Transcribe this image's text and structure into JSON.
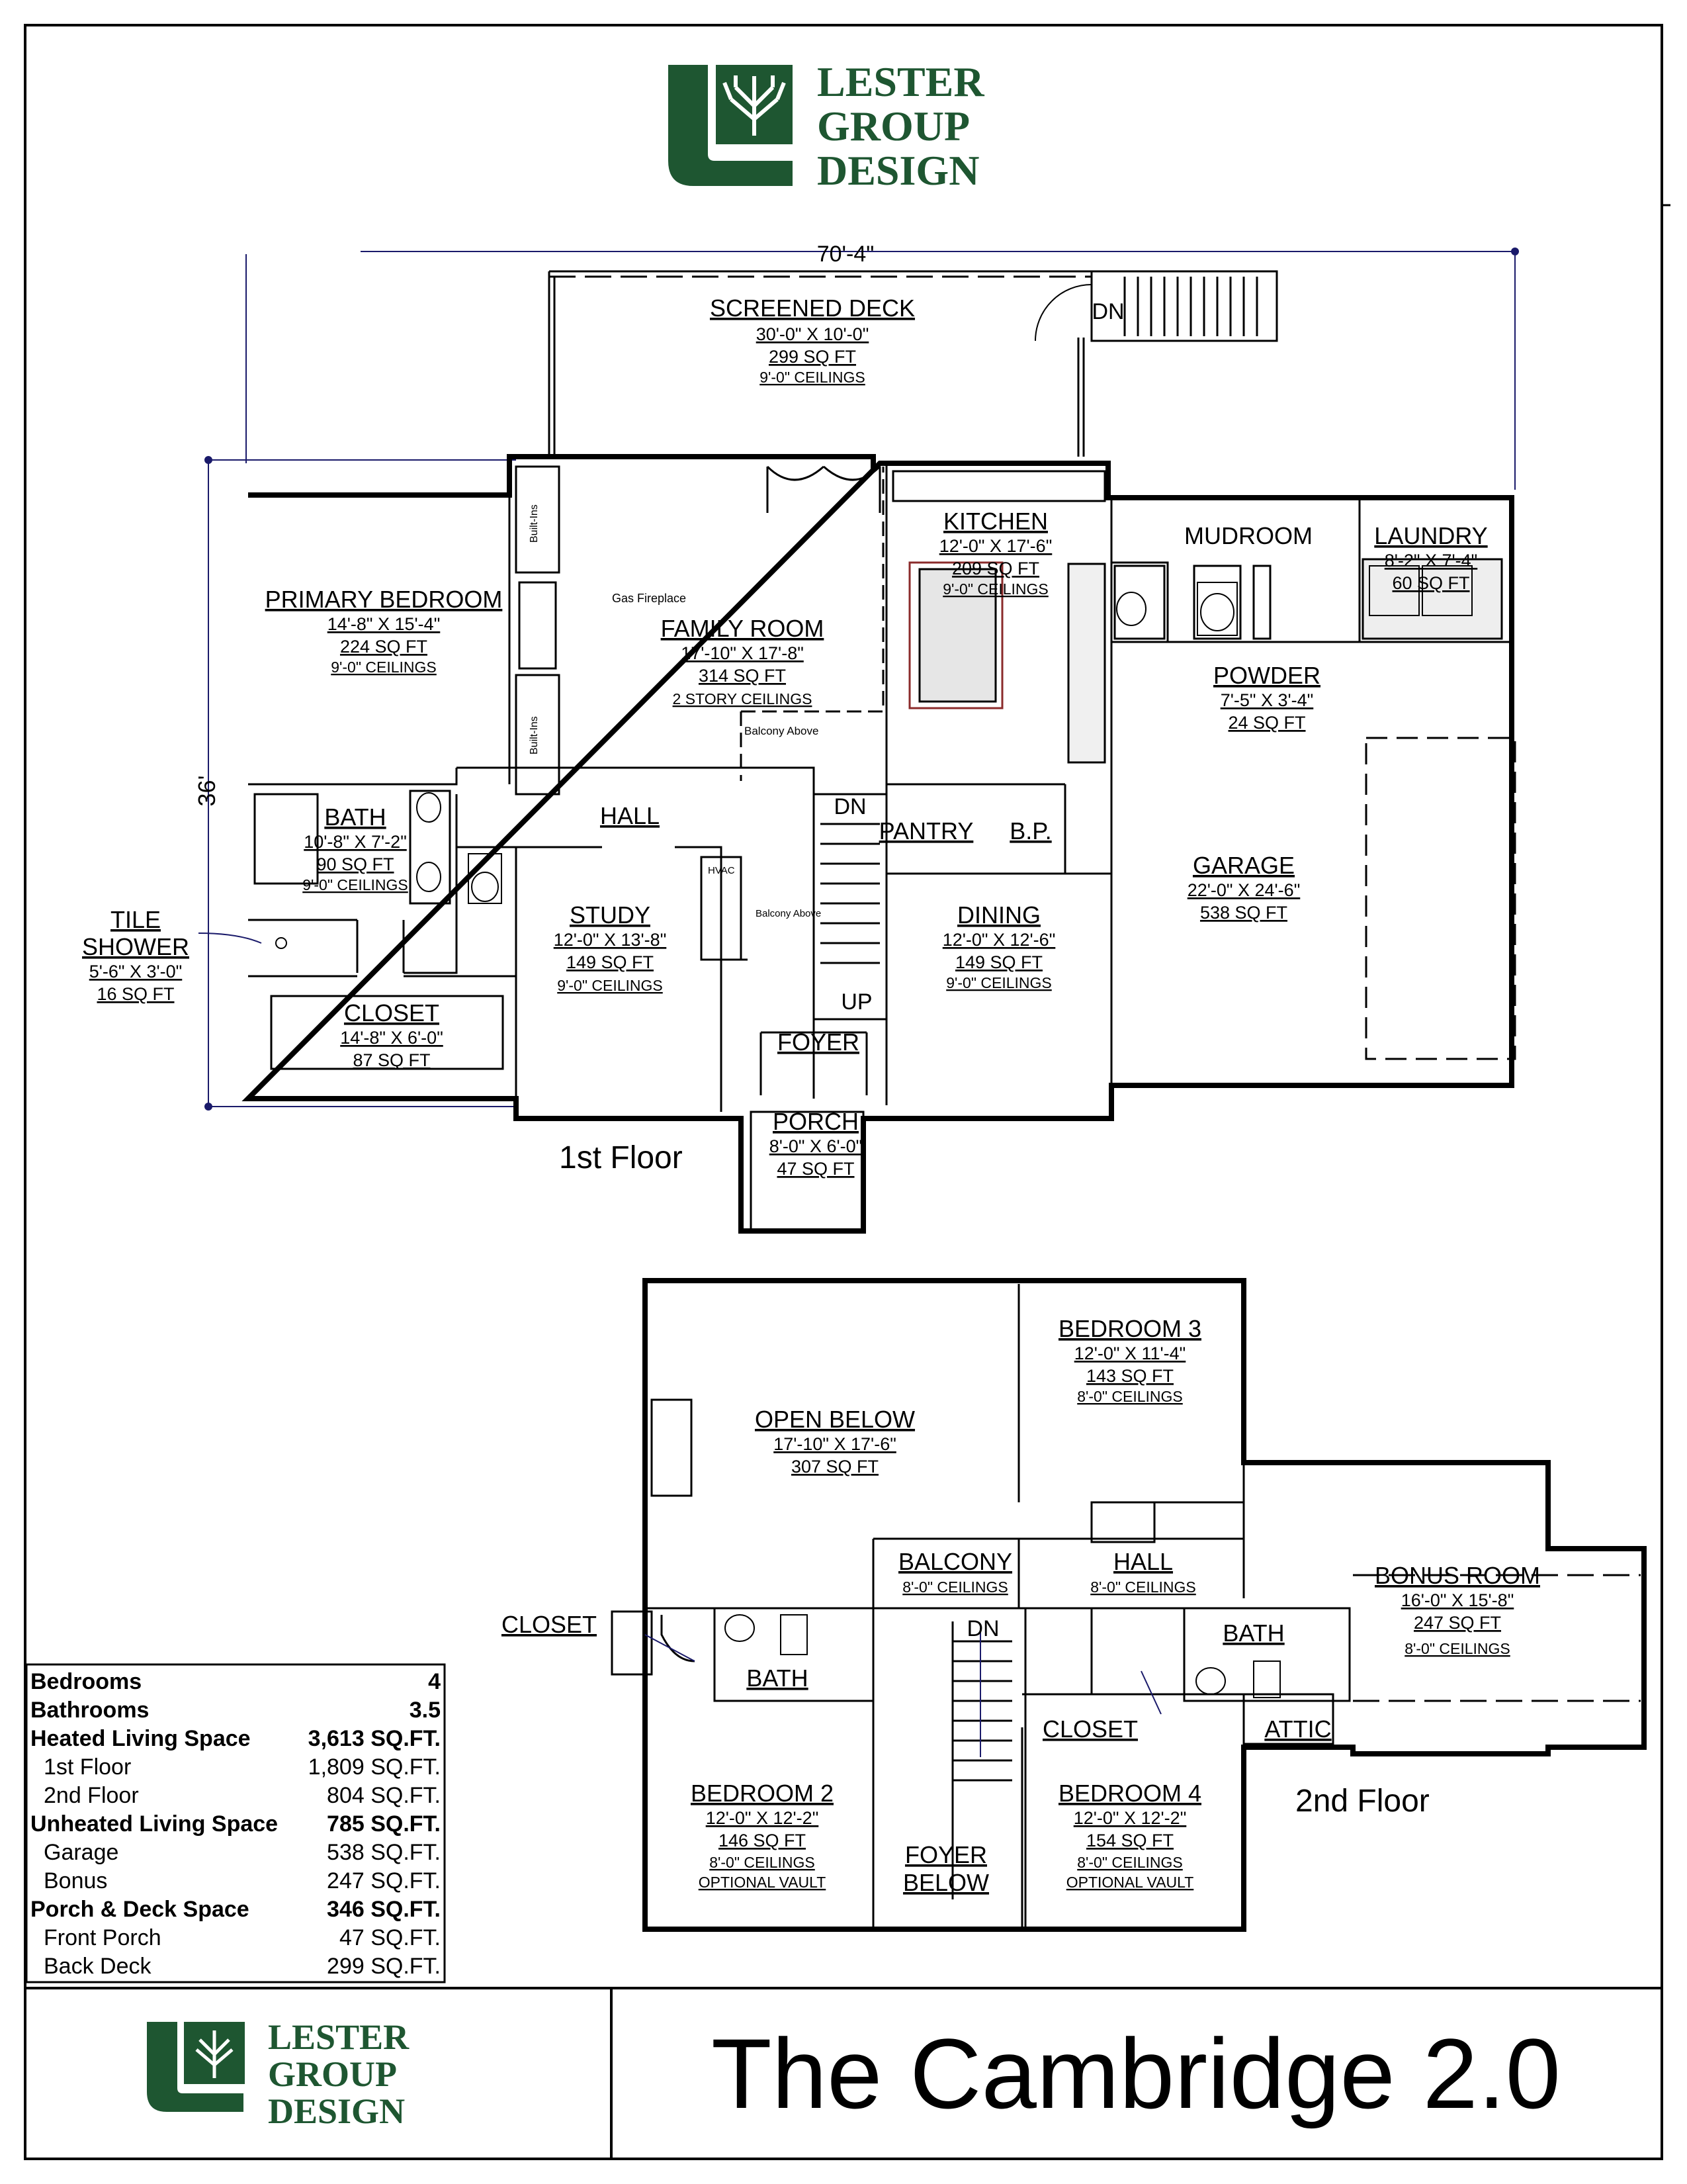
{
  "brand": {
    "line1": "LESTER",
    "line2": "GROUP",
    "line3": "DESIGN",
    "color": "#1e5631"
  },
  "title": "The Cambridge 2.0",
  "floor_labels": {
    "first": "1st Floor",
    "second": "2nd Floor"
  },
  "dimensions": {
    "width": "70'-4\"",
    "depth": "36'"
  },
  "notes": {
    "gas_fireplace": "Gas Fireplace",
    "built_ins": "Built-Ins",
    "balcony_above": "Balcony Above",
    "balcony_above_2": "Balcony Above",
    "hvac": "HVAC",
    "dn": "DN",
    "up": "UP",
    "dn2": "DN"
  },
  "rooms_first": [
    {
      "name": "SCREENED DECK",
      "dims": "30'-0\" X 10'-0\"",
      "area": "299 SQ FT",
      "ceil": "9'-0\" CEILINGS"
    },
    {
      "name": "PRIMARY BEDROOM",
      "dims": "14'-8\" X 15'-4\"",
      "area": "224 SQ FT",
      "ceil": "9'-0\" CEILINGS"
    },
    {
      "name": "FAMILY ROOM",
      "dims": "17'-10\" X 17'-8\"",
      "area": "314 SQ FT",
      "ceil": "2 STORY CEILINGS"
    },
    {
      "name": "KITCHEN",
      "dims": "12'-0\" X 17'-6\"",
      "area": "209 SQ FT",
      "ceil": "9'-0\" CEILINGS"
    },
    {
      "name": "MUDROOM"
    },
    {
      "name": "LAUNDRY",
      "dims": "8'-2\" X 7'-4\"",
      "area": "60 SQ FT"
    },
    {
      "name": "POWDER",
      "dims": "7'-5\" X 3'-4\"",
      "area": "24 SQ FT"
    },
    {
      "name": "BATH",
      "dims": "10'-8\" X 7'-2\"",
      "area": "90 SQ FT",
      "ceil": "9'-0\" CEILINGS"
    },
    {
      "name": "HALL"
    },
    {
      "name": "PANTRY"
    },
    {
      "name": "B.P."
    },
    {
      "name": "GARAGE",
      "dims": "22'-0\" X 24'-6\"",
      "area": "538 SQ FT"
    },
    {
      "name": "TILE",
      "name2": "SHOWER",
      "dims": "5'-6\" X 3'-0\"",
      "area": "16 SQ FT"
    },
    {
      "name": "STUDY",
      "dims": "12'-0\" X 13'-8\"",
      "area": "149 SQ FT",
      "ceil": "9'-0\" CEILINGS"
    },
    {
      "name": "DINING",
      "dims": "12'-0\" X 12'-6\"",
      "area": "149 SQ FT",
      "ceil": "9'-0\" CEILINGS"
    },
    {
      "name": "CLOSET",
      "dims": "14'-8\" X 6'-0\"",
      "area": "87 SQ FT"
    },
    {
      "name": "FOYER"
    },
    {
      "name": "PORCH",
      "dims": "8'-0\" X 6'-0\"",
      "area": "47 SQ FT"
    }
  ],
  "rooms_second": [
    {
      "name": "OPEN BELOW",
      "dims": "17'-10\" X 17'-6\"",
      "area": "307 SQ FT"
    },
    {
      "name": "BEDROOM 3",
      "dims": "12'-0\" X 11'-4\"",
      "area": "143 SQ FT",
      "ceil": "8'-0\" CEILINGS"
    },
    {
      "name": "BALCONY",
      "ceil": "8'-0\" CEILINGS"
    },
    {
      "name": "HALL",
      "ceil": "8'-0\" CEILINGS"
    },
    {
      "name": "BONUS ROOM",
      "dims": "16'-0\" X 15'-8\"",
      "area": "247 SQ FT",
      "ceil": "8'-0\" CEILINGS"
    },
    {
      "name": "CLOSET"
    },
    {
      "name": "BATH"
    },
    {
      "name": "BATH"
    },
    {
      "name": "CLOSET"
    },
    {
      "name": "ATTIC"
    },
    {
      "name": "BEDROOM 2",
      "dims": "12'-0\" X 12'-2\"",
      "area": "146 SQ FT",
      "ceil": "8'-0\" CEILINGS",
      "extra": "OPTIONAL VAULT"
    },
    {
      "name": "FOYER",
      "name2": "BELOW"
    },
    {
      "name": "BEDROOM 4",
      "dims": "12'-0\" X 12'-2\"",
      "area": "154 SQ FT",
      "ceil": "8'-0\" CEILINGS",
      "extra": "OPTIONAL VAULT"
    }
  ],
  "summary": [
    {
      "label": "Bedrooms",
      "value": "4",
      "bold": true
    },
    {
      "label": "Bathrooms",
      "value": "3.5",
      "bold": true
    },
    {
      "label": "Heated Living Space",
      "value": "3,613 SQ.FT.",
      "bold": true
    },
    {
      "label": "1st Floor",
      "value": "1,809 SQ.FT.",
      "bold": false
    },
    {
      "label": "2nd Floor",
      "value": "804 SQ.FT.",
      "bold": false
    },
    {
      "label": "Unheated Living Space",
      "value": "785 SQ.FT.",
      "bold": true
    },
    {
      "label": "Garage",
      "value": "538 SQ.FT.",
      "bold": false
    },
    {
      "label": "Bonus",
      "value": "247 SQ.FT.",
      "bold": false
    },
    {
      "label": "Porch & Deck Space",
      "value": "346 SQ.FT.",
      "bold": true
    },
    {
      "label": "Front Porch",
      "value": "47 SQ.FT.",
      "bold": false
    },
    {
      "label": "Back Deck",
      "value": "299 SQ.FT.",
      "bold": false
    }
  ]
}
